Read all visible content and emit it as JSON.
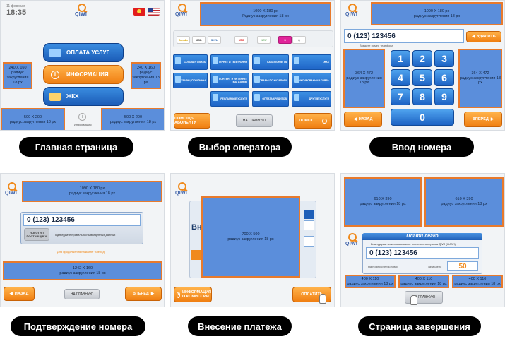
{
  "captions": [
    "Главная страница",
    "Выбор оператора",
    "Ввод номера",
    "Подтверждение номера",
    "Внесение платежа",
    "Страница завершения"
  ],
  "qiwi_label": "QIWI",
  "s1": {
    "date": "11 февраля",
    "time": "18:35",
    "menu": [
      "ОПЛАТА УСЛУГ",
      "ИНФОРМАЦИЯ",
      "ЖКХ"
    ],
    "ph_left_size": "240 X 160",
    "ph_left_text": "радиус закругления 18 px",
    "ph_right_size": "240 X 160",
    "ph_right_text": "радиус закругления 18 px",
    "ph_bl": "500 X 200",
    "ph_bl_text": "радиус закругления 18 px",
    "ph_br": "500 X 200",
    "ph_br_text": "радиус закругления 18 px",
    "info_label": "Информация"
  },
  "s2": {
    "ph_top": "1090 X 180 px",
    "ph_top_text": "Радиус закругления 18 px",
    "logos": [
      "Билайн",
      "МОБ",
      "SKYL",
      "МТС",
      "NEW",
      "S",
      "Q"
    ],
    "tiles": [
      "СОТОВАЯ СВЯЗЬ",
      "ИНТЕРНЕТ И ТЕЛЕФОНИЯ",
      "КАБЕЛЬНОЕ ТВ",
      "ЖКХ",
      "ШТРАФЫ, ПОШЛИНЫ",
      "КОНТЕНТ И ИНТЕРНЕТ МАГАЗИНЫ",
      "ТОВАРЫ ПО КАТАЛОГУ",
      "ФИКСИРОВАННАЯ СВЯЗЬ",
      "РЕКЛАМНЫЕ УСЛУГИ",
      "ОПЛАТА КРЕДИТОВ",
      "ДРУГИЕ УСЛУГИ"
    ],
    "help": "ПОМОЩЬ АБОНЕНТУ",
    "home": "НА ГЛАВНУЮ",
    "search": "ПОИСК"
  },
  "s3": {
    "ph_top": "1090 X 180 px",
    "ph_top_text": "радиус закругления 18 px",
    "phone": "0 (123) 123456",
    "hint": "Введите номер телефона",
    "delete": "УДАЛИТЬ",
    "ph_side_size": "364 X 472",
    "ph_side_text": "радиус закругления 18 px",
    "ph_side_size_r": "364 X 472",
    "ph_side_text_r": "радиус закругления 18 px",
    "keys": [
      "1",
      "2",
      "3",
      "4",
      "5",
      "6",
      "7",
      "8",
      "9",
      "0"
    ],
    "back": "НАЗАД",
    "forward": "ВПЕРЕД"
  },
  "s4": {
    "ph_top": "1090 X 180 px",
    "ph_top_text": "радиус закругления 18 px",
    "phone": "0 (123) 123456",
    "logo_label": "ЛОГОТИП ПОСТАВЩИКА",
    "confirm": "Подтвердите правильность введенных данных",
    "note": "Для продолжения нажмите \"Вперед\"",
    "ph_bottom": "1242 X 160",
    "ph_bottom_text": "радиус закругления 18 px",
    "back": "НАЗАД",
    "home": "НА ГЛАВНУЮ",
    "forward": "ВПЕРЕД"
  },
  "s5": {
    "ph_center": "700 X 500",
    "ph_center_text": "радиус закругления 18 px",
    "title_fragment": "Вне",
    "info": "ИНФОРМАЦИЯ О КОМИССИИ",
    "pay": "ОПЛАТИТЬ"
  },
  "s6": {
    "ph_tl": "610 X 390",
    "ph_tl_text": "радиус закругления 18 px",
    "ph_tr": "610 X 390",
    "ph_tr_text": "радиус закругления 18 px",
    "header": "Плати легко",
    "thanks": "Благодарим за использование платежного сервиса QIWI (КИВИ)!",
    "phone": "0 (123) 123456",
    "credited_label": "На номер/счет/договор",
    "credited_suffix": "зачислено",
    "amount": "50",
    "small_size_1": "400 X 110",
    "small_text_1": "радиус закругления 18 px",
    "small_size_2": "400 X 110",
    "small_text_2": "радиус закругления 18 px",
    "small_size_3": "400 X 110",
    "small_text_3": "радиус закругления 18 px",
    "home": "НА ГЛАВНУЮ"
  }
}
